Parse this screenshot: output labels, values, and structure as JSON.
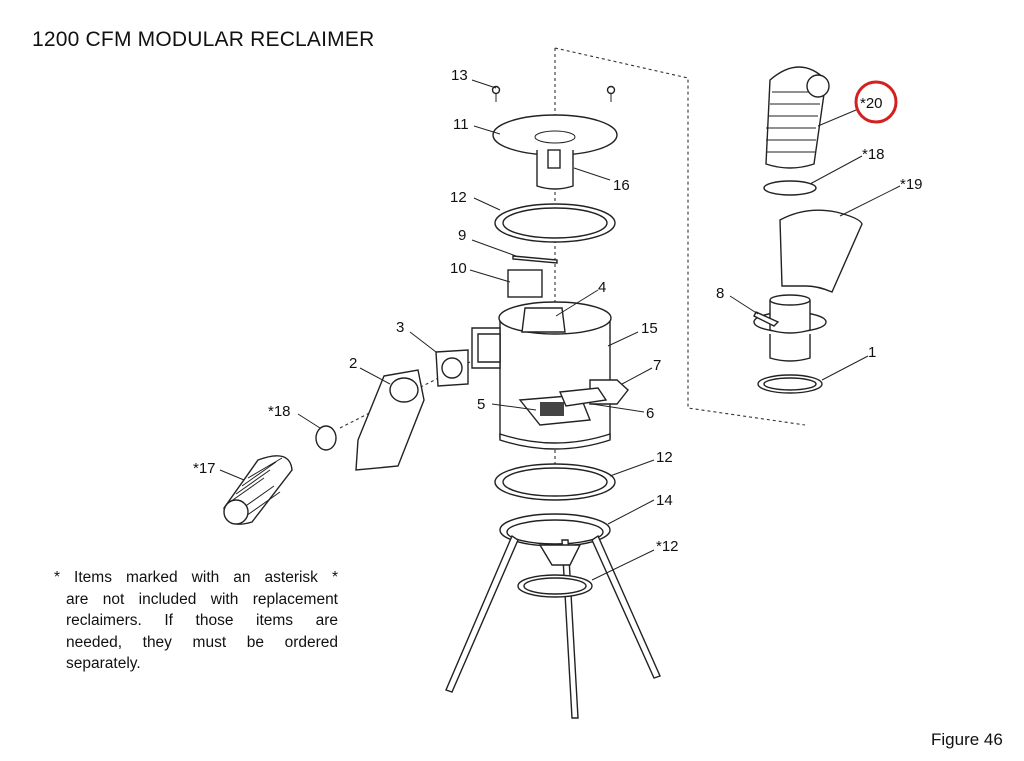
{
  "title": "1200 CFM MODULAR RECLAIMER",
  "figure_label": "Figure 46",
  "note": {
    "lines": [
      "* Items marked with an asterisk *",
      "are not included with replacement",
      "reclaimers. If those items are",
      "needed, they must be ordered",
      "separately."
    ]
  },
  "callouts": {
    "c13": "13",
    "c11": "11",
    "c16": "16",
    "c12a": "12",
    "c9": "9",
    "c10": "10",
    "c4": "4",
    "c15": "15",
    "c3": "3",
    "c2": "2",
    "c7": "7",
    "c5": "5",
    "c6": "6",
    "c18a": "*18",
    "c17": "*17",
    "c12b": "12",
    "c14": "14",
    "c12c": "*12",
    "c20": "*20",
    "c18b": "*18",
    "c19": "*19",
    "c8": "8",
    "c1": "1"
  },
  "highlight_color": "#d32020"
}
